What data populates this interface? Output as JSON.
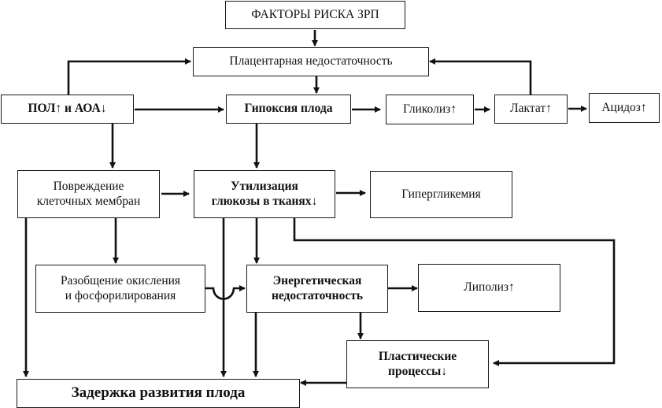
{
  "diagram": {
    "nodes": {
      "risk_factors": "ФАКТОРЫ РИСКА ЗРП",
      "placental_insufficiency": "Плацентарная недостаточность",
      "lipid_peroxidation": "ПОЛ↑ и АОА↓",
      "fetal_hypoxia": "Гипоксия плода",
      "glycolysis": "Гликолиз↑",
      "lactate": "Лактат↑",
      "acidosis": "Ацидоз↑",
      "membrane_damage_l1": "Повреждение",
      "membrane_damage_l2": "клеточных мембран",
      "glucose_utilization_l1": "Утилизация",
      "glucose_utilization_l2": "глюкозы в тканях↓",
      "hyperglycemia": "Гипергликемия",
      "uncoupling_l1": "Разобщение окисления",
      "uncoupling_l2": "и фосфорилирования",
      "energy_deficit_l1": "Энергетическая",
      "energy_deficit_l2": "недостаточность",
      "lipolysis": "Липолиз↑",
      "plastic_processes_l1": "Пластические",
      "plastic_processes_l2": "процессы↓",
      "growth_delay": "Задержка развития плода"
    },
    "edges": [
      [
        "risk_factors",
        "placental_insufficiency"
      ],
      [
        "placental_insufficiency",
        "fetal_hypoxia"
      ],
      [
        "lipid_peroxidation",
        "placental_insufficiency"
      ],
      [
        "lactate",
        "placental_insufficiency"
      ],
      [
        "lipid_peroxidation",
        "fetal_hypoxia"
      ],
      [
        "fetal_hypoxia",
        "glycolysis"
      ],
      [
        "glycolysis",
        "lactate"
      ],
      [
        "lactate",
        "acidosis"
      ],
      [
        "lipid_peroxidation",
        "membrane_damage"
      ],
      [
        "fetal_hypoxia",
        "glucose_utilization"
      ],
      [
        "membrane_damage",
        "glucose_utilization"
      ],
      [
        "glucose_utilization",
        "hyperglycemia"
      ],
      [
        "membrane_damage",
        "uncoupling"
      ],
      [
        "membrane_damage",
        "growth_delay"
      ],
      [
        "glucose_utilization",
        "energy_deficit"
      ],
      [
        "glucose_utilization",
        "growth_delay"
      ],
      [
        "glucose_utilization",
        "plastic_processes"
      ],
      [
        "uncoupling",
        "energy_deficit"
      ],
      [
        "energy_deficit",
        "lipolysis"
      ],
      [
        "energy_deficit",
        "plastic_processes"
      ],
      [
        "energy_deficit",
        "growth_delay"
      ],
      [
        "plastic_processes",
        "growth_delay"
      ]
    ]
  }
}
